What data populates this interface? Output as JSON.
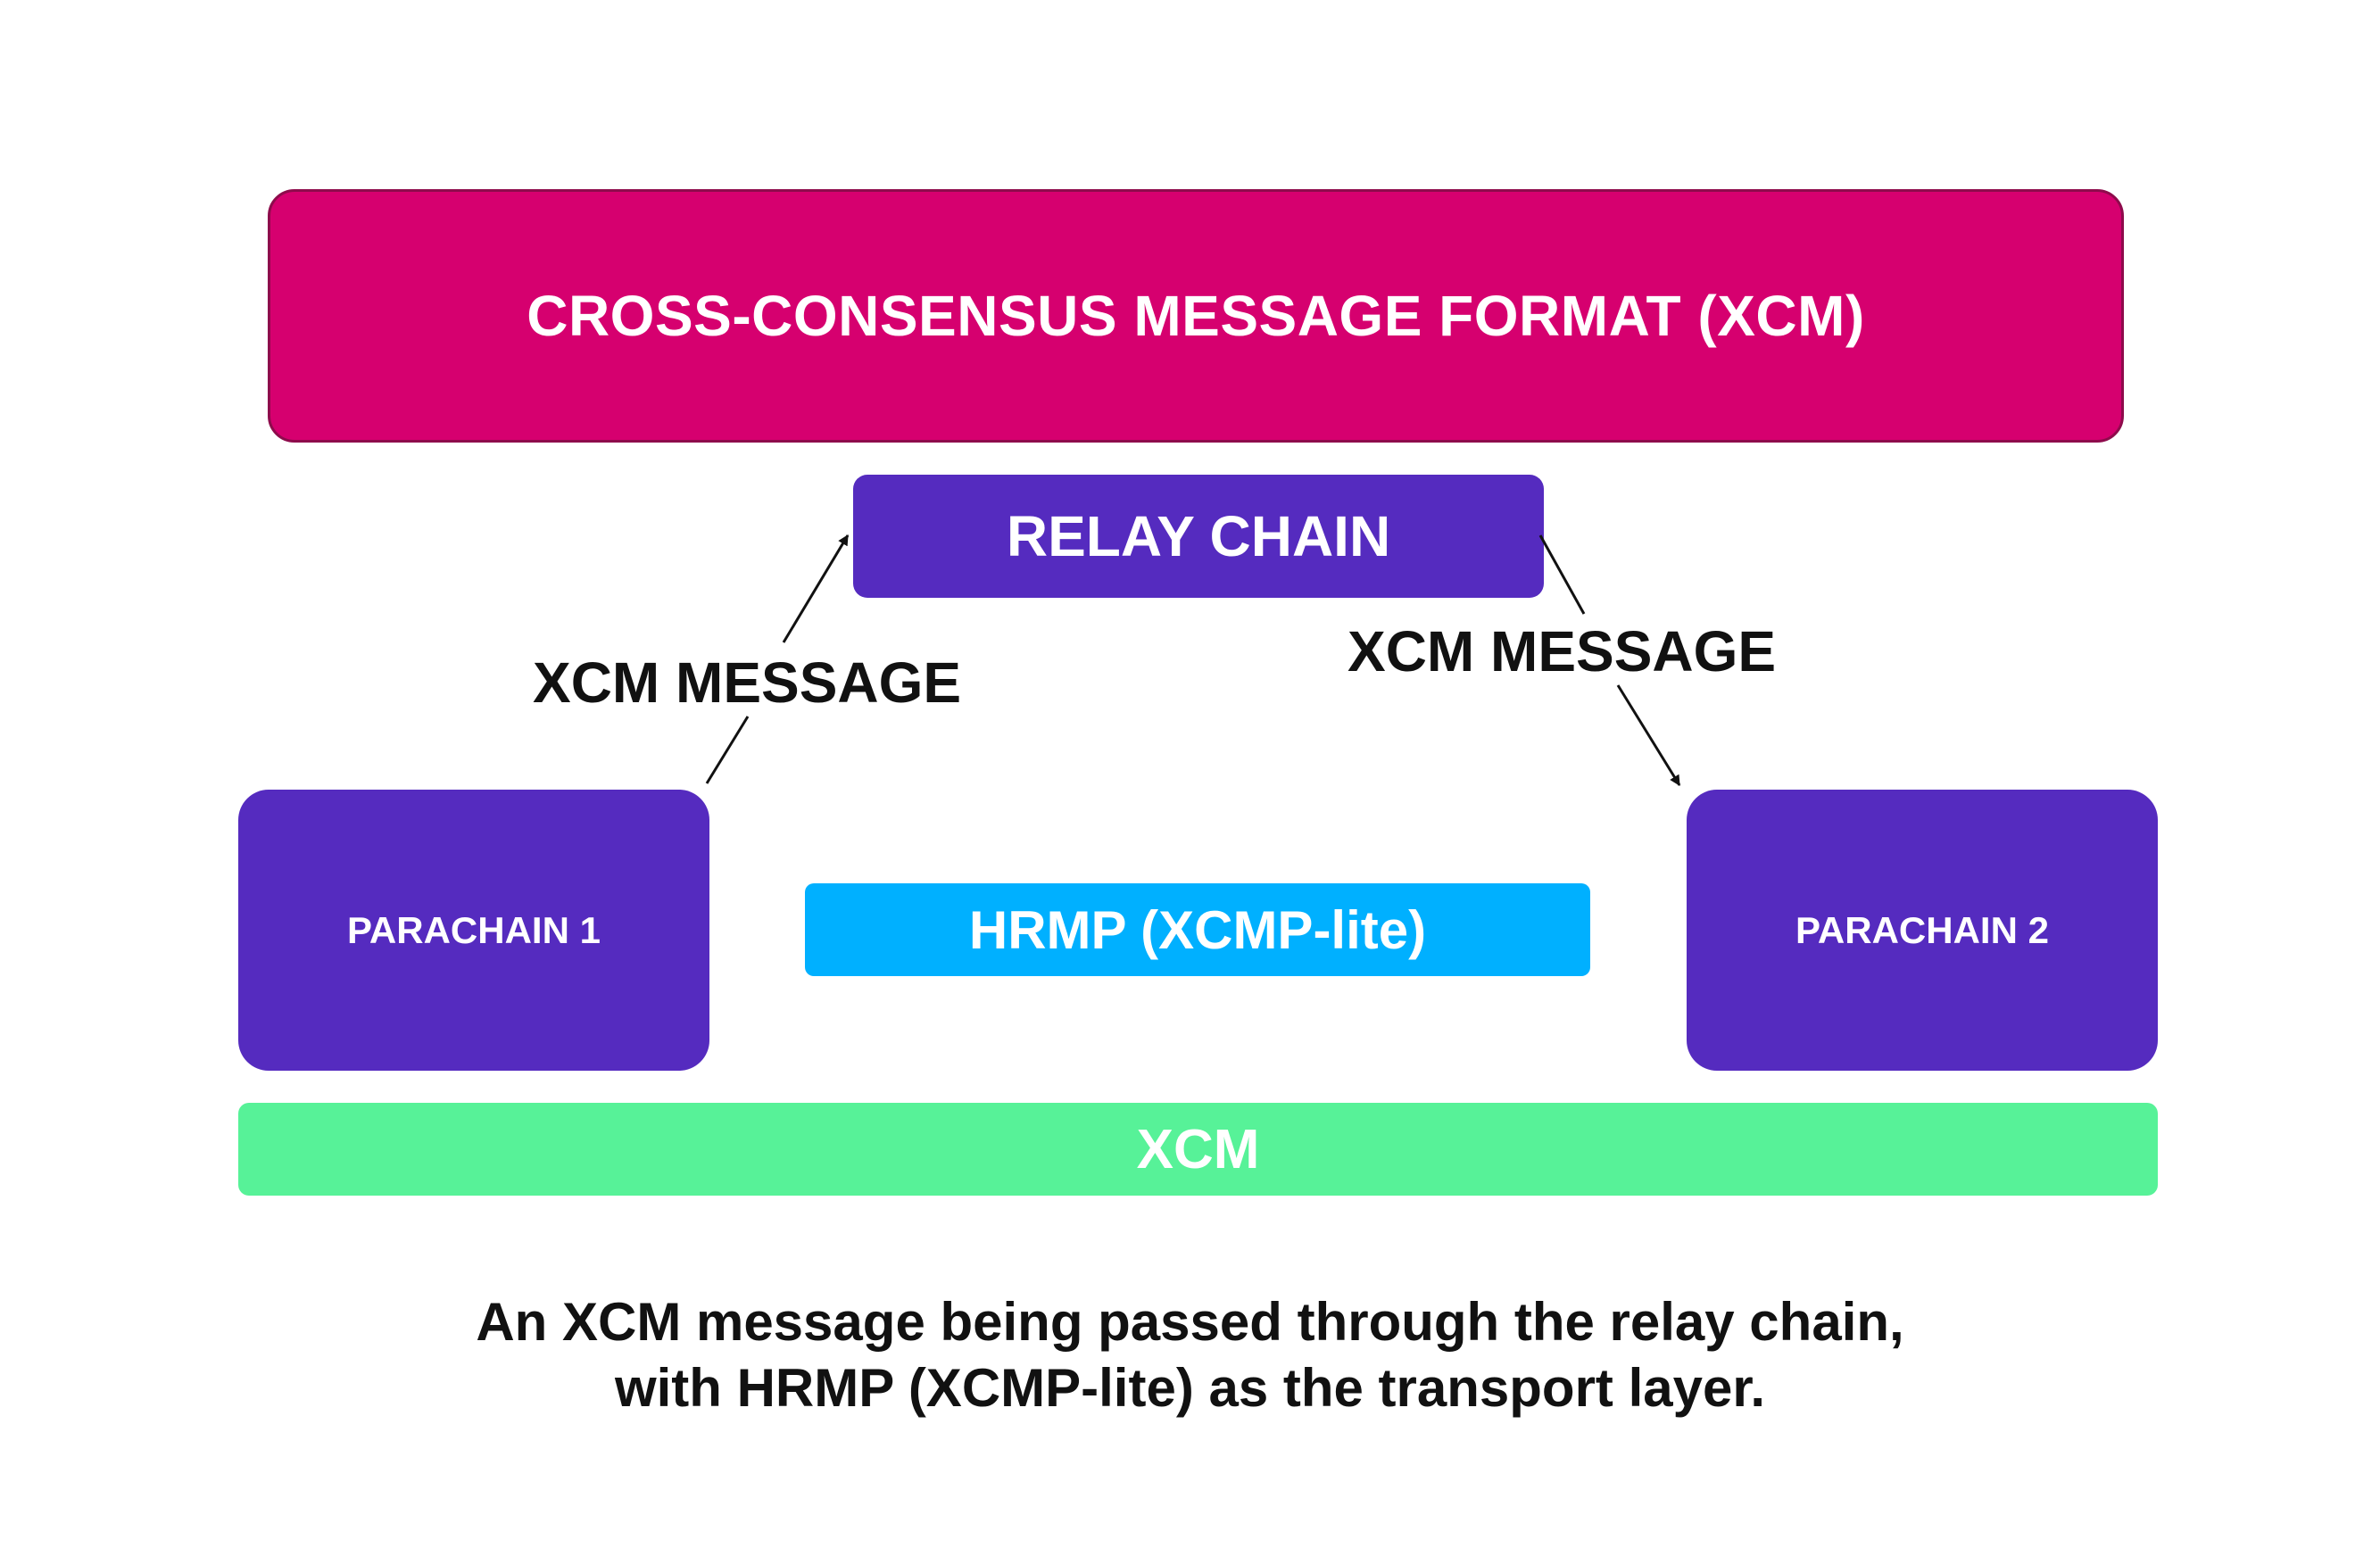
{
  "diagram": {
    "top_box": {
      "label": "CROSS-CONSENSUS MESSAGE FORMAT (XCM)",
      "color": "#d6006f"
    },
    "relay_chain": {
      "label": "RELAY CHAIN",
      "color": "#552bbf"
    },
    "parachain_1": {
      "label": "PARACHAIN 1",
      "color": "#552bbf"
    },
    "parachain_2": {
      "label": "PARACHAIN 2",
      "color": "#552bbf"
    },
    "hrmp": {
      "label": "HRMP (XCMP-lite)",
      "color": "#00b0ff"
    },
    "xcm_bar": {
      "label": "XCM",
      "color": "#57f298"
    },
    "arrow_left": {
      "label": "XCM MESSAGE",
      "from": "PARACHAIN 1",
      "to": "RELAY CHAIN"
    },
    "arrow_right": {
      "label": "XCM MESSAGE",
      "from": "RELAY CHAIN",
      "to": "PARACHAIN 2"
    }
  },
  "caption": {
    "line1": "An XCM message being passed through the relay chain,",
    "line2": "with HRMP (XCMP-lite) as the transport layer."
  }
}
